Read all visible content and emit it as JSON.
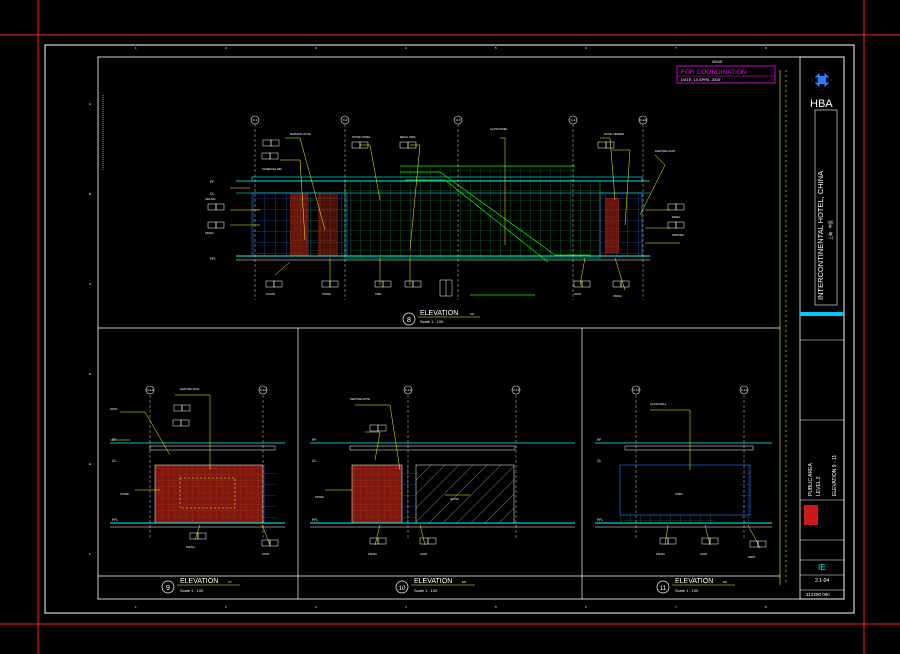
{
  "colors": {
    "background": "#000000",
    "sheet_border": "#ff2020",
    "frame": "#ffffff",
    "primary": "#ffff00",
    "secondary": "#00ffff",
    "accent": "#ff00ff",
    "green": "#00ff00",
    "red": "#ff2020",
    "blue": "#2a7fff",
    "tile": "#8b1e12"
  },
  "stamp": {
    "header": "ISSUE",
    "title": "FOR COORDINATION",
    "date": "DATE: 10 APRIL 2015"
  },
  "titleblock": {
    "logo_icon": "hba-diamond-logo-icon",
    "logo_text": "HBA",
    "project": "INTERCONTINENTAL HOTEL, CHINA",
    "area": "PUBLIC AREA",
    "level": "LEVEL 2",
    "drawing_title": "ELEVATION 9 - 11",
    "sheet_no": "IE",
    "sheet_ref": "2.1-04",
    "job_no": "312290 000"
  },
  "views": {
    "main": {
      "number": "8",
      "title": "ELEVATION",
      "scale": "Scale 1 : 100",
      "ref": "A8"
    },
    "v9": {
      "number": "9",
      "title": "ELEVATION",
      "scale": "Scale 1 : 100",
      "ref": "V7"
    },
    "v10": {
      "number": "10",
      "title": "ELEVATION",
      "scale": "Scale 1 : 100",
      "ref": "E8"
    },
    "v11": {
      "number": "11",
      "title": "ELEVATION",
      "scale": "Scale 1 : 100",
      "ref": "E9"
    }
  },
  "grid_markers": {
    "main": [
      "C-1",
      "C-2",
      "C-3",
      "C-4",
      "C-4A"
    ],
    "v9": [
      "C-12",
      "C-11"
    ],
    "v10": [
      "C-11",
      "C-12"
    ],
    "v11": [
      "C-12",
      "C-11"
    ]
  },
  "floor_markers": {
    "main": [
      "FF",
      "CL",
      "FFL"
    ],
    "small": [
      "FF",
      "CL",
      "FFL"
    ]
  }
}
